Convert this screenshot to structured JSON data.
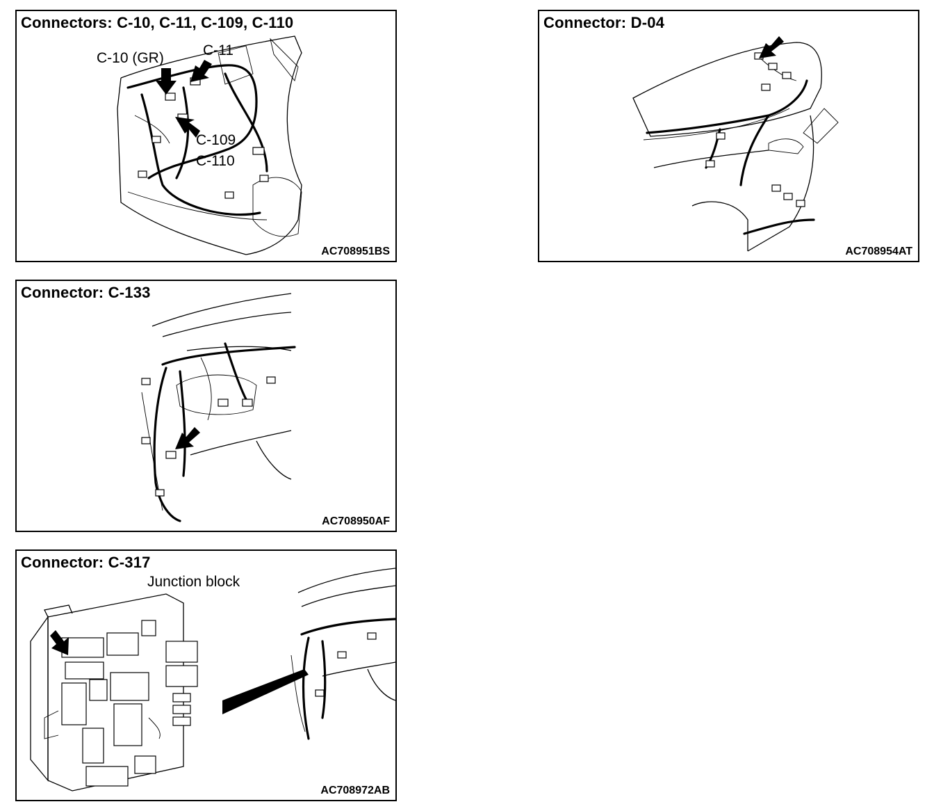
{
  "panels": [
    {
      "title": "Connectors: C-10, C-11, C-109, C-110",
      "code": "AC708951BS",
      "callouts": [
        "C-10 (GR)",
        "C-11",
        "C-109",
        "C-110"
      ]
    },
    {
      "title": "Connector: D-04",
      "code": "AC708954AT"
    },
    {
      "title": "Connector: C-133",
      "code": "AC708950AF"
    },
    {
      "title": "Connector: C-317",
      "code": "AC708972AB",
      "callouts": [
        "Junction block"
      ]
    }
  ]
}
